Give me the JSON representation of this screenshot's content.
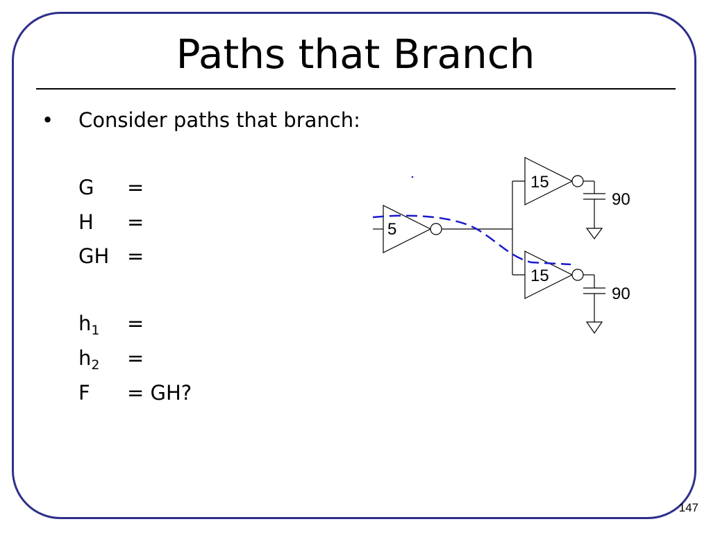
{
  "title": "Paths that Branch",
  "bullet": {
    "marker": "•",
    "text": "Consider paths that branch:"
  },
  "equations": [
    {
      "label": "G",
      "sub": "",
      "value": "="
    },
    {
      "label": "H",
      "sub": "",
      "value": "="
    },
    {
      "label": "GH",
      "sub": "",
      "value": "="
    },
    {
      "label": "h",
      "sub": "1",
      "value": "="
    },
    {
      "label": "h",
      "sub": "2",
      "value": "="
    },
    {
      "label": "F",
      "sub": "",
      "value": "= GH?"
    }
  ],
  "circuit": {
    "input_gate": "5",
    "top_gate": "15",
    "bottom_gate": "15",
    "top_load": "90",
    "bottom_load": "90",
    "path_color": "#1a1acc"
  },
  "slide_number": "147",
  "colors": {
    "frame": "#2e2e8a"
  }
}
